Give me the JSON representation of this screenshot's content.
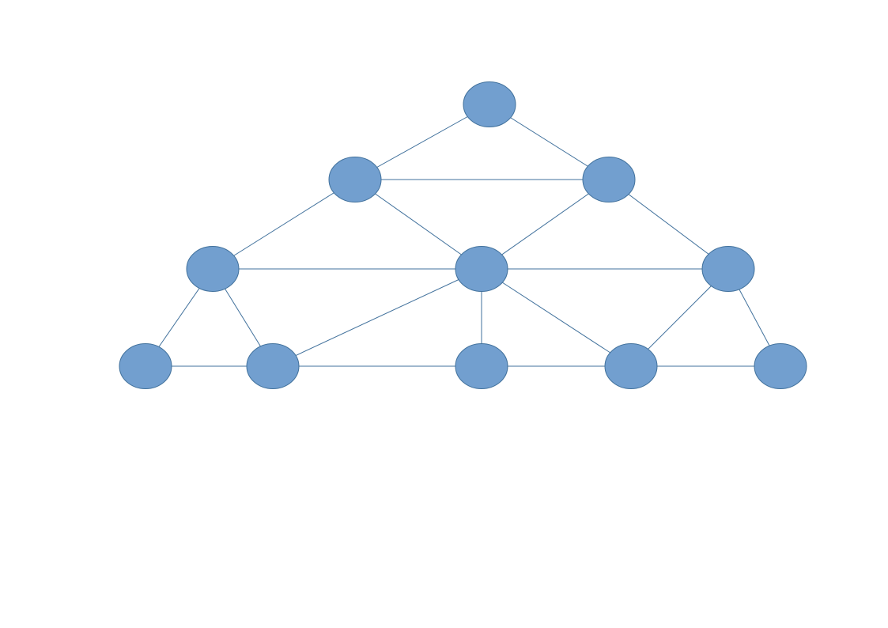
{
  "diagram": {
    "type": "undirected-graph",
    "node_count": 11,
    "edges": [
      [
        0,
        1
      ],
      [
        0,
        2
      ],
      [
        1,
        2
      ],
      [
        1,
        3
      ],
      [
        1,
        4
      ],
      [
        2,
        4
      ],
      [
        2,
        5
      ],
      [
        3,
        4
      ],
      [
        4,
        5
      ],
      [
        3,
        6
      ],
      [
        3,
        7
      ],
      [
        4,
        7
      ],
      [
        4,
        8
      ],
      [
        4,
        9
      ],
      [
        5,
        9
      ],
      [
        5,
        10
      ],
      [
        6,
        7
      ],
      [
        7,
        8
      ],
      [
        8,
        9
      ],
      [
        9,
        10
      ]
    ],
    "colors": {
      "node_fill": "#729fcf",
      "node_stroke": "#41719c",
      "edge": "#41719c",
      "background": "#ffffff"
    }
  }
}
